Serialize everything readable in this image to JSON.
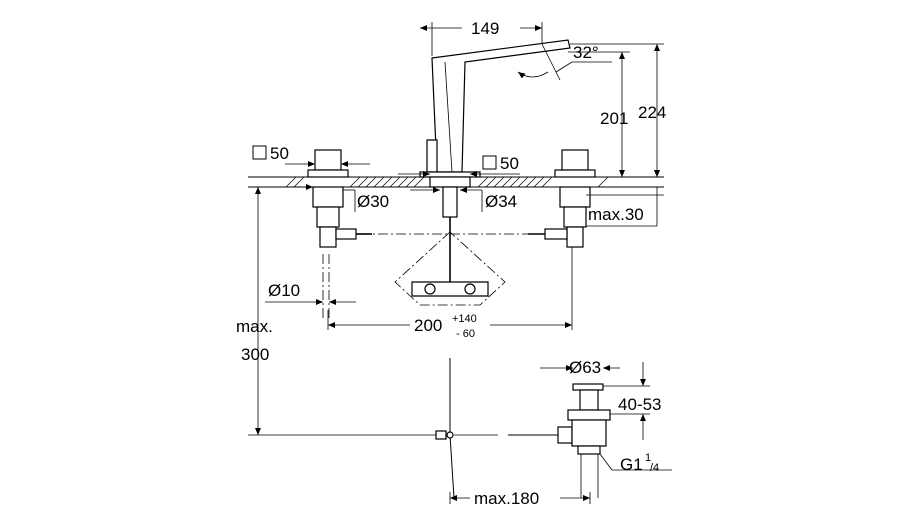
{
  "dimensions": {
    "spout_reach": "149",
    "spout_angle": "32°",
    "spout_height": "201",
    "total_height": "224",
    "handle_square_left": "50",
    "handle_square_center": "50",
    "hole_left": "Ø30",
    "hole_center": "Ø34",
    "deck_thickness": "max.30",
    "hose_diameter": "Ø10",
    "center_spacing": "200",
    "spacing_plus": "+140",
    "spacing_minus": "- 60",
    "max_label": "max.",
    "drop_height": "300",
    "drain_diameter": "Ø63",
    "drain_range": "40-53",
    "thread_prefix": "G1",
    "thread_num": "1",
    "thread_den": "/4",
    "drain_reach": "max.180"
  }
}
